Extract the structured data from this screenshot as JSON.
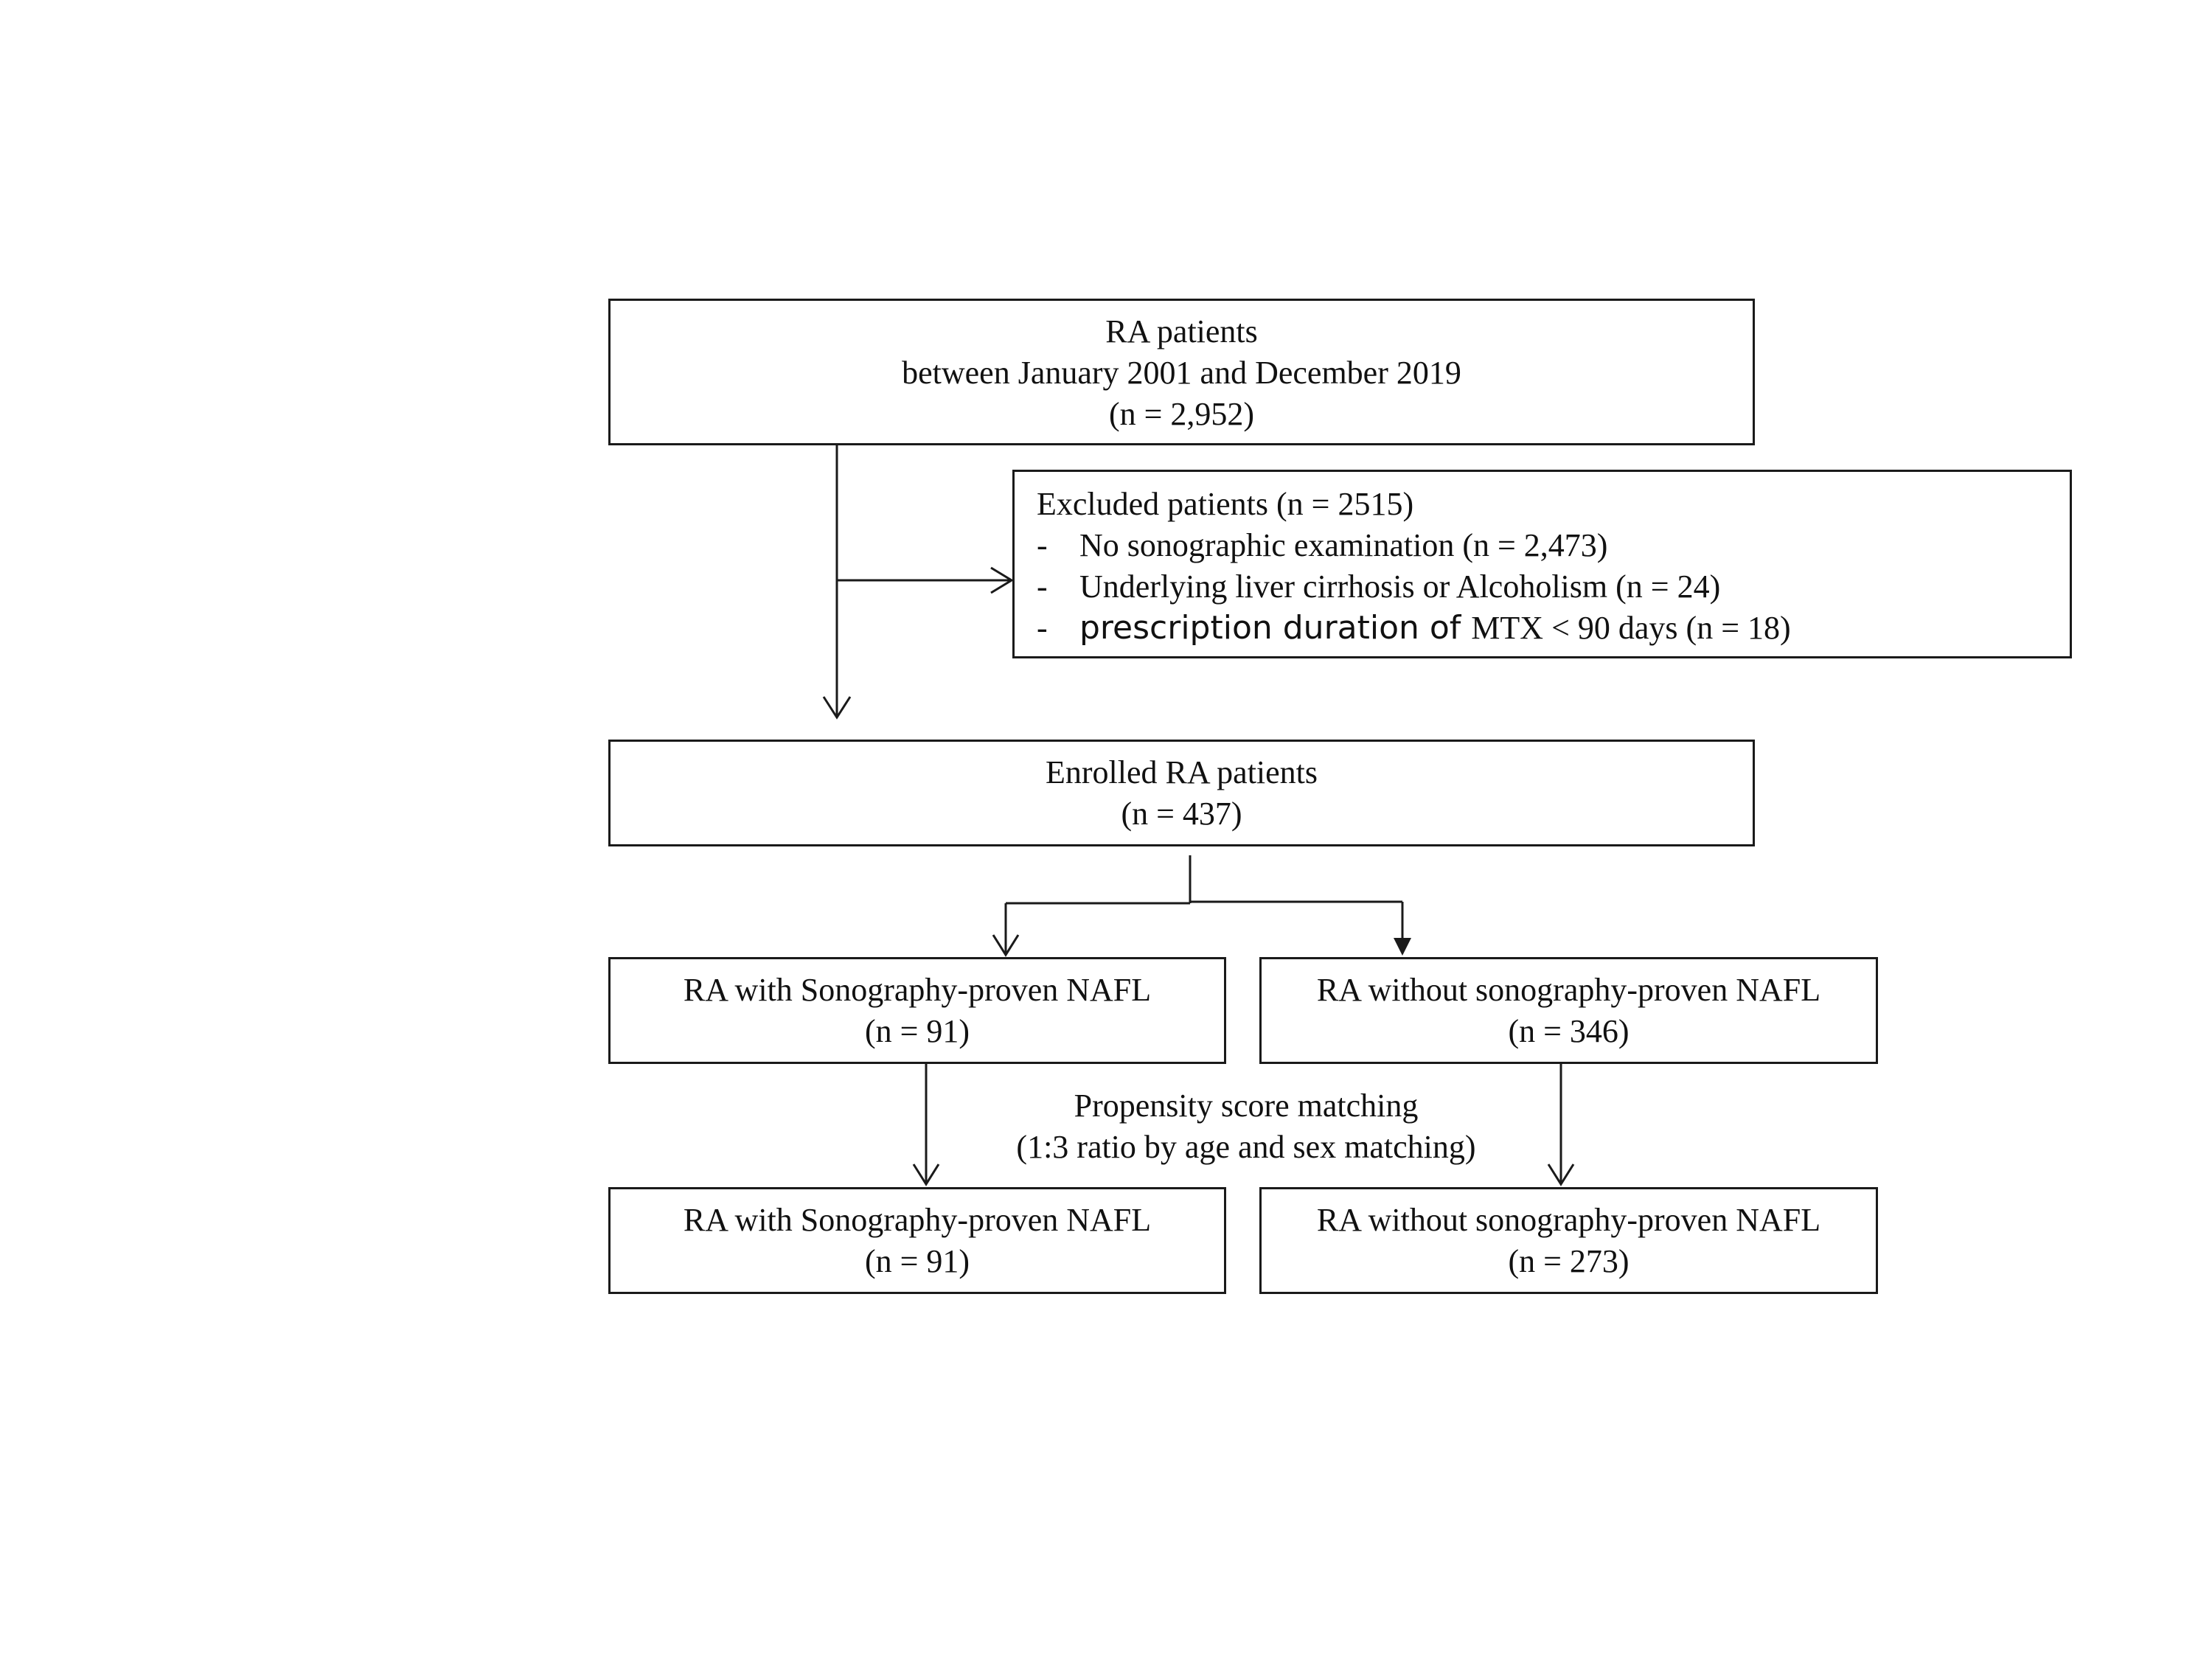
{
  "boxes": {
    "initial": {
      "lines": [
        "RA patients",
        "between January 2001 and December 2019",
        "(n = 2,952)"
      ]
    },
    "excluded": {
      "title": "Excluded patients (n = 2515)",
      "items": [
        {
          "bullet": "-",
          "text": "No sonographic examination (n = 2,473)"
        },
        {
          "bullet": "-",
          "text": "Underlying liver cirrhosis or Alcoholism (n = 24)"
        },
        {
          "bullet": "-",
          "text_a": "prescription duration of ",
          "text_b": "MTX < 90 days (n = 18)"
        }
      ]
    },
    "enrolled": {
      "lines": [
        "Enrolled RA patients",
        "(n = 437)"
      ]
    },
    "with_nafl": {
      "lines": [
        "RA with Sonography-proven NAFL",
        "(n = 91)"
      ]
    },
    "without_nafl": {
      "lines": [
        "RA without sonography-proven NAFL",
        "(n = 346)"
      ]
    },
    "with_nafl_matched": {
      "lines": [
        "RA with Sonography-proven NAFL",
        "(n = 91)"
      ]
    },
    "without_nafl_matched": {
      "lines": [
        "RA without sonography-proven NAFL",
        "(n = 273)"
      ]
    }
  },
  "matching_label": {
    "lines": [
      "Propensity score matching",
      "(1:3 ratio by age and sex matching)"
    ]
  },
  "colors": {
    "line": "#1a1a1a",
    "background": "#ffffff"
  }
}
